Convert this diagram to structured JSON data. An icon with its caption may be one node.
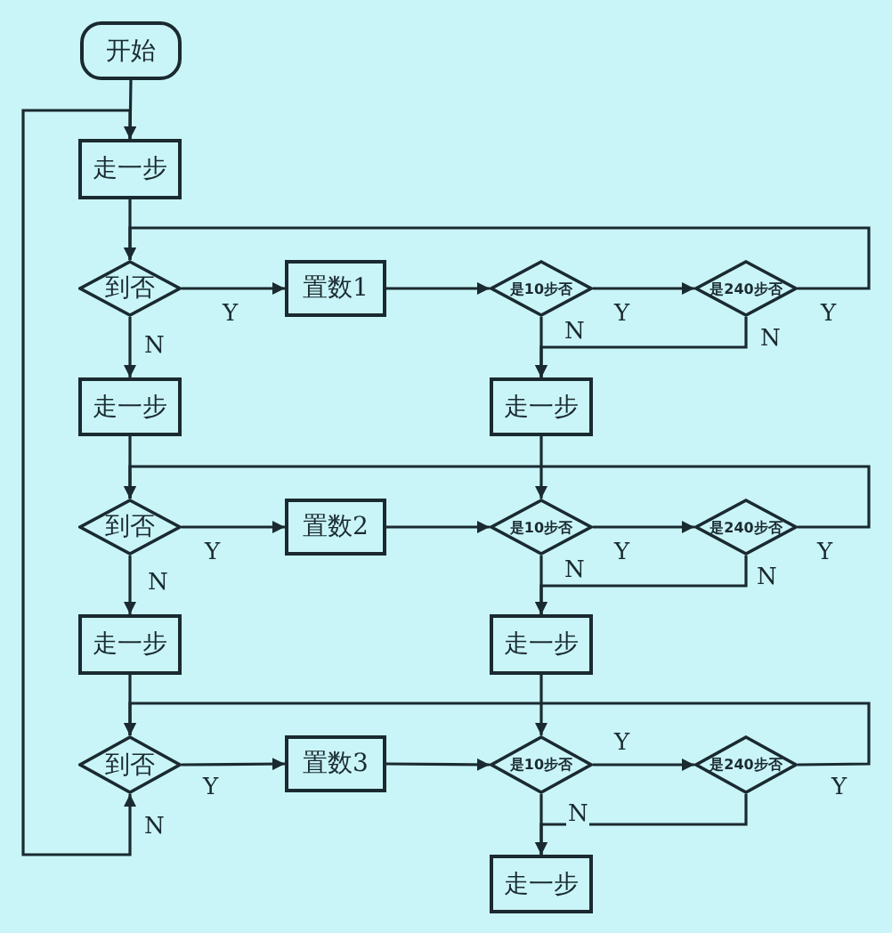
{
  "diagram": {
    "nodes": [
      {
        "text": [
          "开始"
        ]
      },
      {
        "text": [
          "走一步"
        ]
      },
      {
        "text": [
          "到否"
        ]
      },
      {
        "text": [
          "置数1"
        ]
      },
      {
        "text": [
          "是10步否"
        ]
      },
      {
        "text": [
          "是240步否"
        ]
      },
      {
        "text": [
          "走一步"
        ]
      },
      {
        "text": [
          "走一步"
        ]
      },
      {
        "text": [
          "到否"
        ]
      },
      {
        "text": [
          "置数2"
        ]
      },
      {
        "text": [
          "是10步否"
        ]
      },
      {
        "text": [
          "是240步否"
        ]
      },
      {
        "text": [
          "走一步"
        ]
      },
      {
        "text": [
          "走一步"
        ]
      },
      {
        "text": [
          "到否"
        ]
      },
      {
        "text": [
          "置数3"
        ]
      },
      {
        "text": [
          "是10步否"
        ]
      },
      {
        "text": [
          "是240步否"
        ]
      },
      {
        "text": [
          "走一步"
        ]
      }
    ],
    "edges": [
      {
        "from": 0,
        "to": 1,
        "arrow": "to"
      },
      {
        "from": 1,
        "to": 2,
        "arrow": "to"
      },
      {
        "from": 2,
        "to": 3,
        "arrow": "to",
        "label": "Y"
      },
      {
        "from": 3,
        "to": 4,
        "arrow": "to"
      },
      {
        "from": 4,
        "to": 5,
        "arrow": "to",
        "label": "Y"
      },
      {
        "from": 5,
        "to": 2,
        "arrow": "to",
        "label": "Y"
      },
      {
        "from": 2,
        "to": 6,
        "arrow": "to",
        "label": "N"
      },
      {
        "from": 4,
        "to": 7,
        "arrow": "to",
        "label": "N"
      },
      {
        "from": 5,
        "to": 7,
        "arrow": "to",
        "label": "N"
      },
      {
        "from": 6,
        "to": 8,
        "arrow": "to"
      },
      {
        "from": 7,
        "to": 10,
        "arrow": "to"
      },
      {
        "from": 8,
        "to": 9,
        "arrow": "to",
        "label": "Y"
      },
      {
        "from": 9,
        "to": 10,
        "arrow": "to"
      },
      {
        "from": 10,
        "to": 11,
        "arrow": "to",
        "label": "Y"
      },
      {
        "from": 11,
        "to": 8,
        "arrow": "to",
        "label": "Y"
      },
      {
        "from": 8,
        "to": 12,
        "arrow": "to",
        "label": "N"
      },
      {
        "from": 10,
        "to": 13,
        "arrow": "to",
        "label": "N"
      },
      {
        "from": 11,
        "to": 13,
        "arrow": "to",
        "label": "N"
      },
      {
        "from": 12,
        "to": 14,
        "arrow": "to"
      },
      {
        "from": 13,
        "to": 16,
        "arrow": "to"
      },
      {
        "from": 14,
        "to": 15,
        "arrow": "to",
        "label": "Y"
      },
      {
        "from": 15,
        "to": 16,
        "arrow": "to"
      },
      {
        "from": 16,
        "to": 17,
        "arrow": "to",
        "label": "Y"
      },
      {
        "from": 17,
        "to": 14,
        "arrow": "to",
        "label": "Y"
      },
      {
        "from": 14,
        "to": 1,
        "arrow": "both",
        "label": "N"
      },
      {
        "from": 16,
        "to": 18,
        "arrow": "to",
        "label": "N"
      },
      {
        "from": 17,
        "to": 18,
        "arrow": "to"
      }
    ]
  }
}
